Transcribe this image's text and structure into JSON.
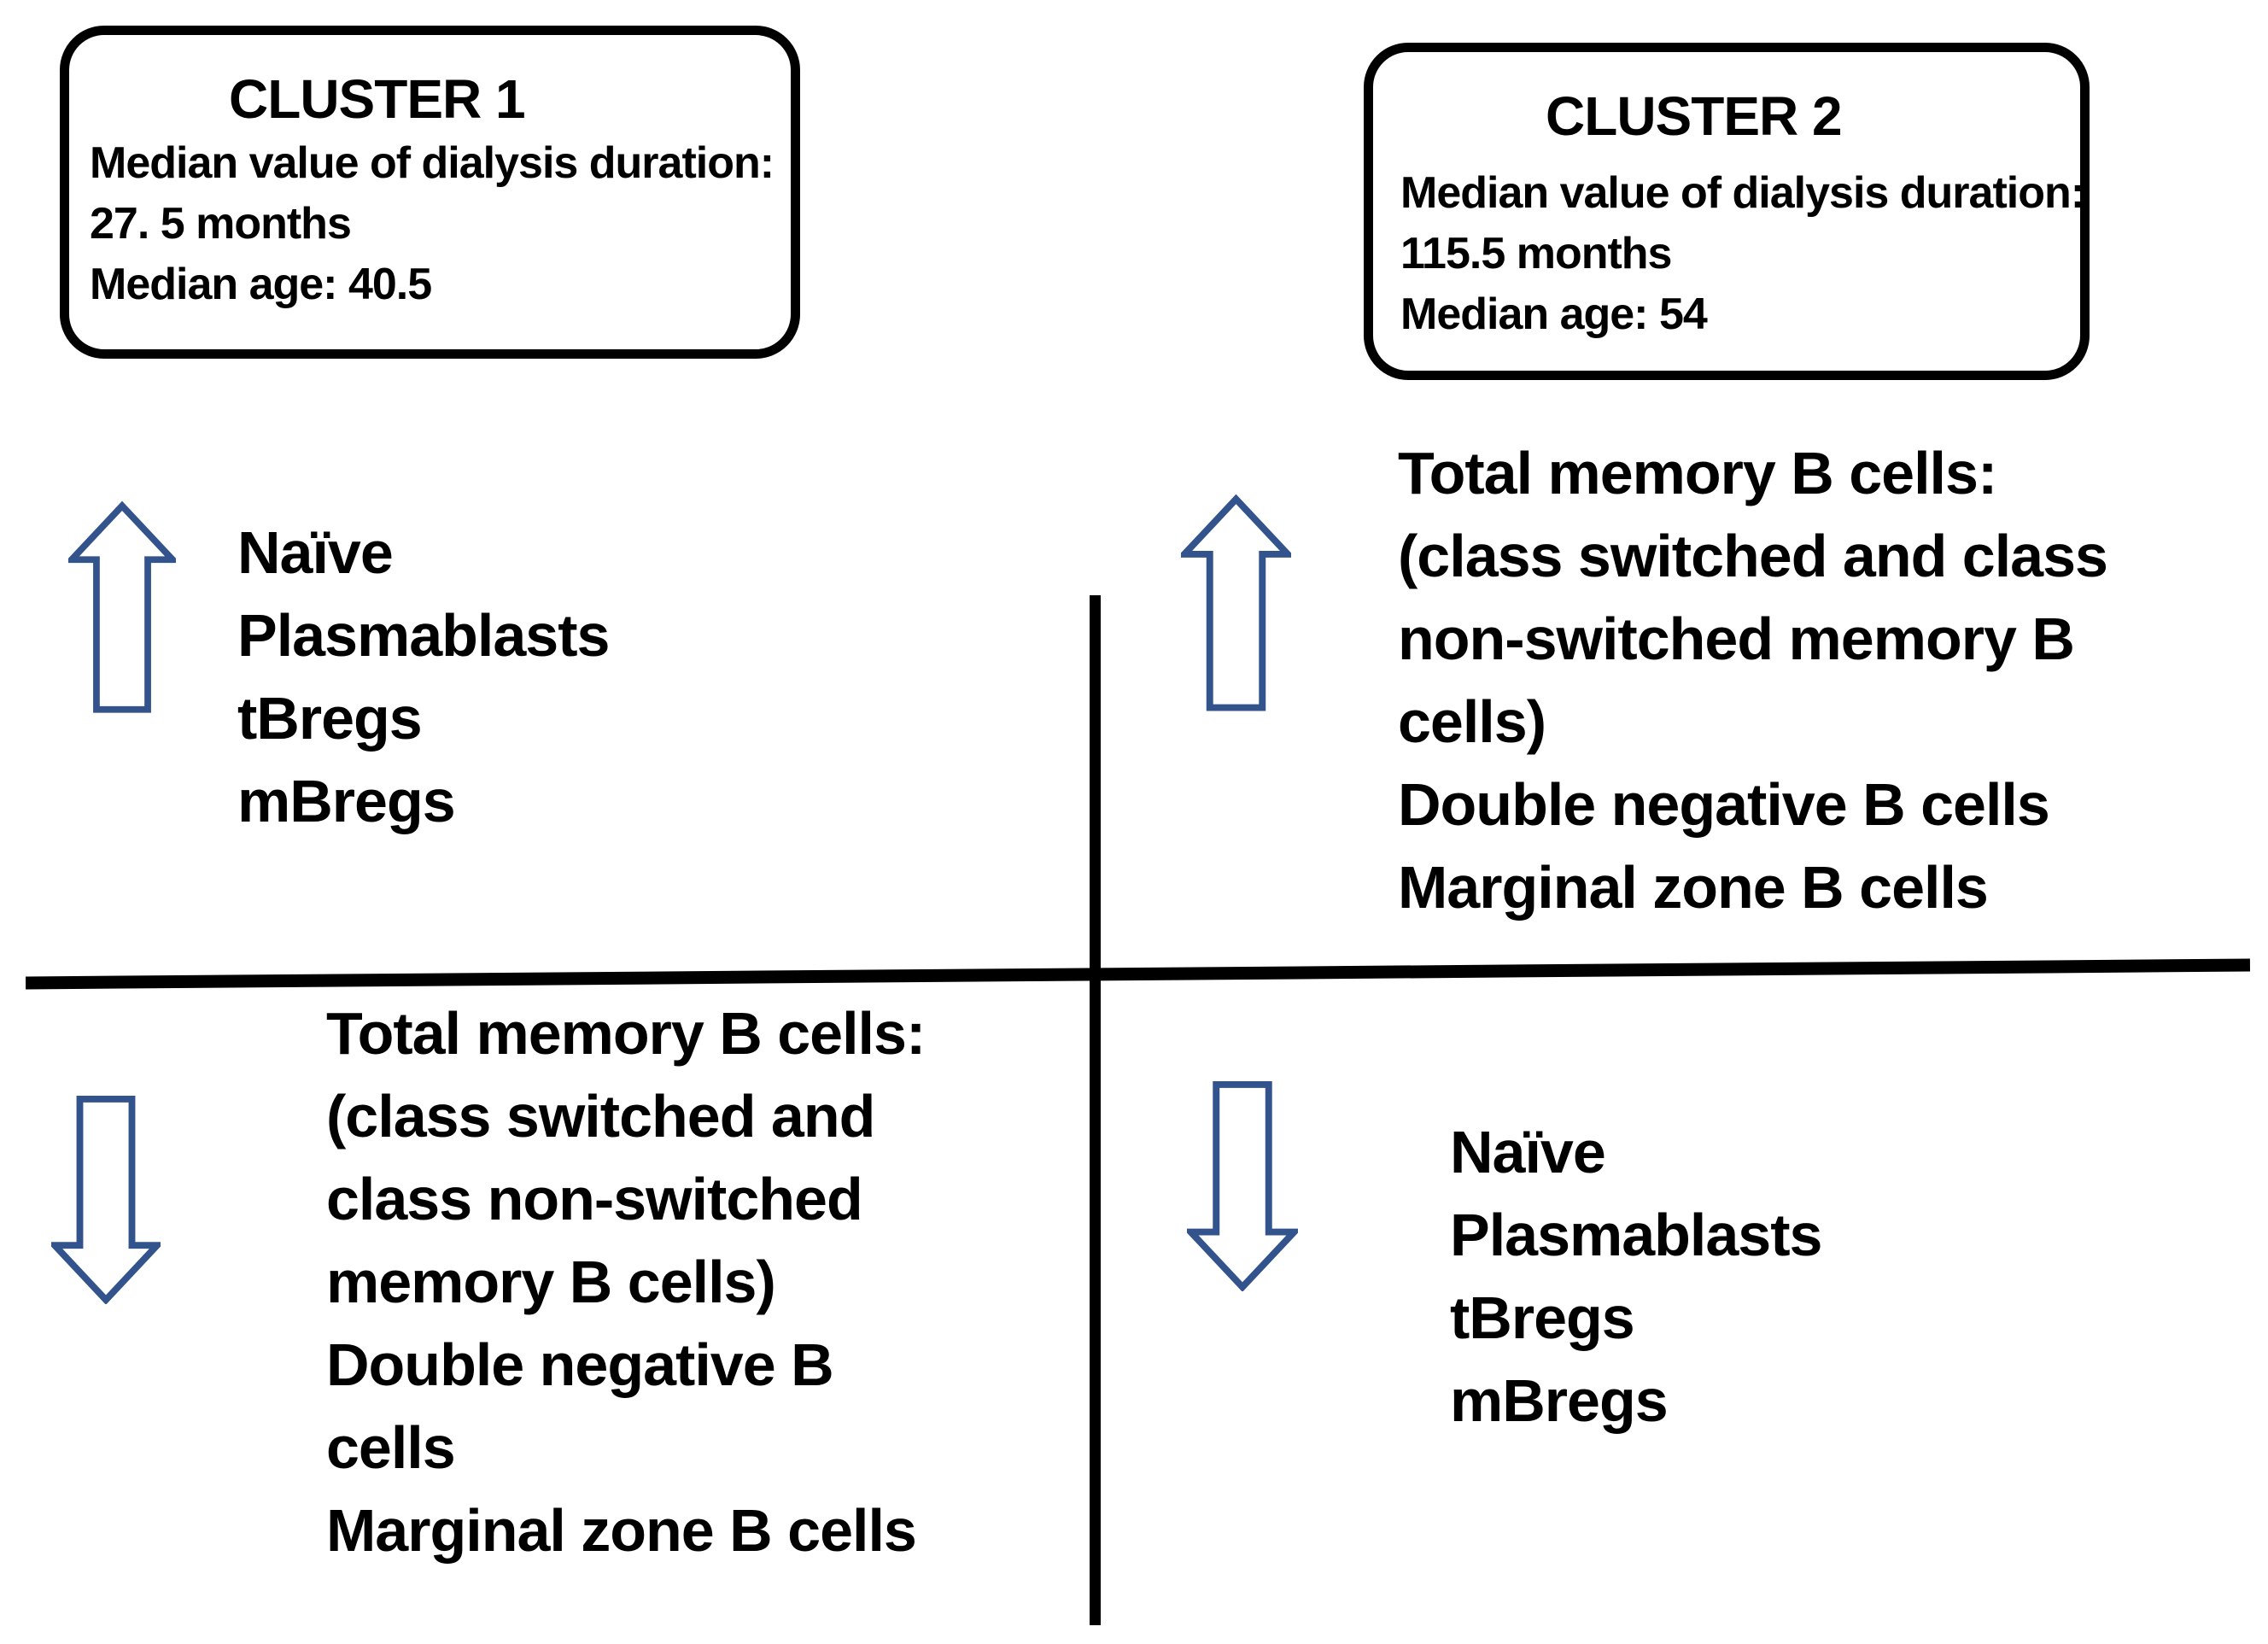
{
  "clusters": {
    "cluster1": {
      "title": "CLUSTER 1",
      "lines": [
        "Median value of dialysis duration:",
        "27. 5 months",
        "Median age: 40.5"
      ]
    },
    "cluster2": {
      "title": "CLUSTER 2",
      "lines": [
        "Median value of dialysis duration:",
        "115.5 months",
        "Median age: 54"
      ]
    }
  },
  "quadrants": {
    "top_left": {
      "direction": "increase",
      "items": [
        "Naïve",
        "Plasmablasts",
        "tBregs",
        "mBregs"
      ]
    },
    "top_right": {
      "direction": "increase",
      "items": [
        "Total memory B cells:",
        "(class switched and class",
        "non-switched memory B",
        "cells)",
        "Double negative B cells",
        "Marginal zone B cells"
      ]
    },
    "bottom_left": {
      "direction": "decrease",
      "items": [
        "Total memory B cells:",
        "(class switched and",
        "class non-switched",
        "memory B cells)",
        "Double negative B",
        "cells",
        "Marginal zone B cells"
      ]
    },
    "bottom_right": {
      "direction": "decrease",
      "items": [
        "Naïve",
        "Plasmablasts",
        "tBregs",
        "mBregs"
      ]
    }
  },
  "colors": {
    "arrow_outline": "#33538C",
    "divider": "#000000",
    "text": "#000000",
    "background": "#FFFFFF"
  }
}
